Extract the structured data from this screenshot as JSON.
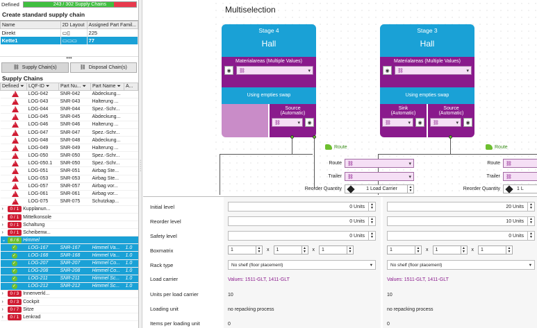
{
  "left": {
    "defined_label": "Defined",
    "progress": {
      "text": "243 / 302 Supply Chains",
      "fraction": 0.8046
    },
    "std_title": "Create standard supply chain",
    "std_cols": [
      "Name",
      "2D Layout",
      "Assigned Part Famil..."
    ],
    "std_rows": [
      {
        "name": "Direkt",
        "count": "225"
      },
      {
        "name": "Kette1",
        "count": "77"
      }
    ],
    "tabs": [
      "Supply Chain(s)",
      "Disposal Chain(s)"
    ],
    "chains_title": "Supply Chains",
    "chain_cols": [
      "Defined",
      "LQF-ID",
      "Part Nu...",
      "Part Name",
      "A..."
    ],
    "warn_rows": [
      [
        "LOG-042",
        "SNR-042",
        "Abdeckung..."
      ],
      [
        "LOG-043",
        "SNR-043",
        "Halterung ..."
      ],
      [
        "LOG-044",
        "SNR-044",
        "Spez.-Schr..."
      ],
      [
        "LOG-045",
        "SNR-045",
        "Abdeckung..."
      ],
      [
        "LOG-046",
        "SNR-046",
        "Halterung ..."
      ],
      [
        "LOG-047",
        "SNR-047",
        "Spez.-Schr..."
      ],
      [
        "LOG-048",
        "SNR-048",
        "Abdeckung..."
      ],
      [
        "LOG-049",
        "SNR-049",
        "Halterung ..."
      ],
      [
        "LOG-050",
        "SNR-050",
        "Spez.-Schr..."
      ],
      [
        "LOG-050.1",
        "SNR-050",
        "Spez.-Schr..."
      ],
      [
        "LOG-051",
        "SNR-051",
        "Airbag Ste..."
      ],
      [
        "LOG-053",
        "SNR-053",
        "Airbag Ste..."
      ],
      [
        "LOG-057",
        "SNR-057",
        "Airbag vor..."
      ],
      [
        "LOG-061",
        "SNR-061",
        "Airbag vor..."
      ],
      [
        "LOG-075",
        "SNR-075",
        "Schutzkap..."
      ]
    ],
    "groups_a": [
      {
        "badge": "0 / 1",
        "name": "Kupplanun..."
      },
      {
        "badge": "0 / 1",
        "name": "Mittelkonsole"
      },
      {
        "badge": "0 / 1",
        "name": "Schaltung"
      },
      {
        "badge": "0 / 1",
        "name": "Scheibenw..."
      }
    ],
    "himmel": {
      "badge": "6 / 6",
      "name": "Himmel"
    },
    "himmel_rows": [
      [
        "LOG-167",
        "SNR-167",
        "Himmel Va...",
        "1.0"
      ],
      [
        "LOG-168",
        "SNR-168",
        "Himmel Va...",
        "1.0"
      ],
      [
        "LOG-207",
        "SNR-207",
        "Himmel Co...",
        "1.0"
      ],
      [
        "LOG-208",
        "SNR-208",
        "Himmel Co...",
        "1.0"
      ],
      [
        "LOG-211",
        "SNR-211",
        "Himmel Sc...",
        "1.0"
      ],
      [
        "LOG-212",
        "SNR-212",
        "Himmel Sc...",
        "1.0"
      ]
    ],
    "groups_b": [
      {
        "badge": "0 / 3",
        "name": "Innenverkl..."
      },
      {
        "badge": "0 / 3",
        "name": "Cockpit"
      },
      {
        "badge": "0 / 7",
        "name": "Sitze"
      },
      {
        "badge": "0 / 1",
        "name": "Lenkrad"
      }
    ]
  },
  "canvas": {
    "title": "Multiselection",
    "stage4": {
      "label": "Stage 4",
      "hall": "Hall",
      "mat": "Materialareas (Multiple Values)",
      "swap": "Using empties swap",
      "source": "Source",
      "source_sub": "(Automatic)"
    },
    "stage3": {
      "label": "Stage 3",
      "hall": "Hall",
      "mat": "Materialareas (Multiple Values)",
      "swap": "Using empties swap",
      "sink": "Sink",
      "sink_sub": "(Automatic)",
      "source": "Source",
      "source_sub": "(Automatic)"
    },
    "route_label": "Route",
    "route_field": "Route",
    "trailer_field": "Trailer",
    "reorder_field": "Reorder Quantity",
    "reorder_value": "1 Load Carrier",
    "reorder_value_trunc": "1 L"
  },
  "props": {
    "labels": [
      "Initial level",
      "Reorder level",
      "Safety level",
      "Boxmatrix",
      "Rack type",
      "Load carrier",
      "Units per load carrier",
      "Loading unit",
      "Items per loading unit"
    ],
    "c1": {
      "initial": "0 Units",
      "reorder": "0 Units",
      "safety": "0 Units",
      "bm": [
        "1",
        "1",
        "1"
      ],
      "rack": "No shelf (floor placement)",
      "carrier": "Values: 1511-GLT, 1411-GLT",
      "units": "10",
      "loading": "no repacking process",
      "items": "0"
    },
    "c2": {
      "initial": "20 Units",
      "reorder": "10 Units",
      "safety": "0 Units",
      "bm": [
        "1",
        "1",
        "1"
      ],
      "rack": "No shelf (floor placement)",
      "carrier": "Values: 1511-GLT, 1411-GLT",
      "units": "10",
      "loading": "no repacking process",
      "items": "0"
    },
    "x": "x"
  }
}
